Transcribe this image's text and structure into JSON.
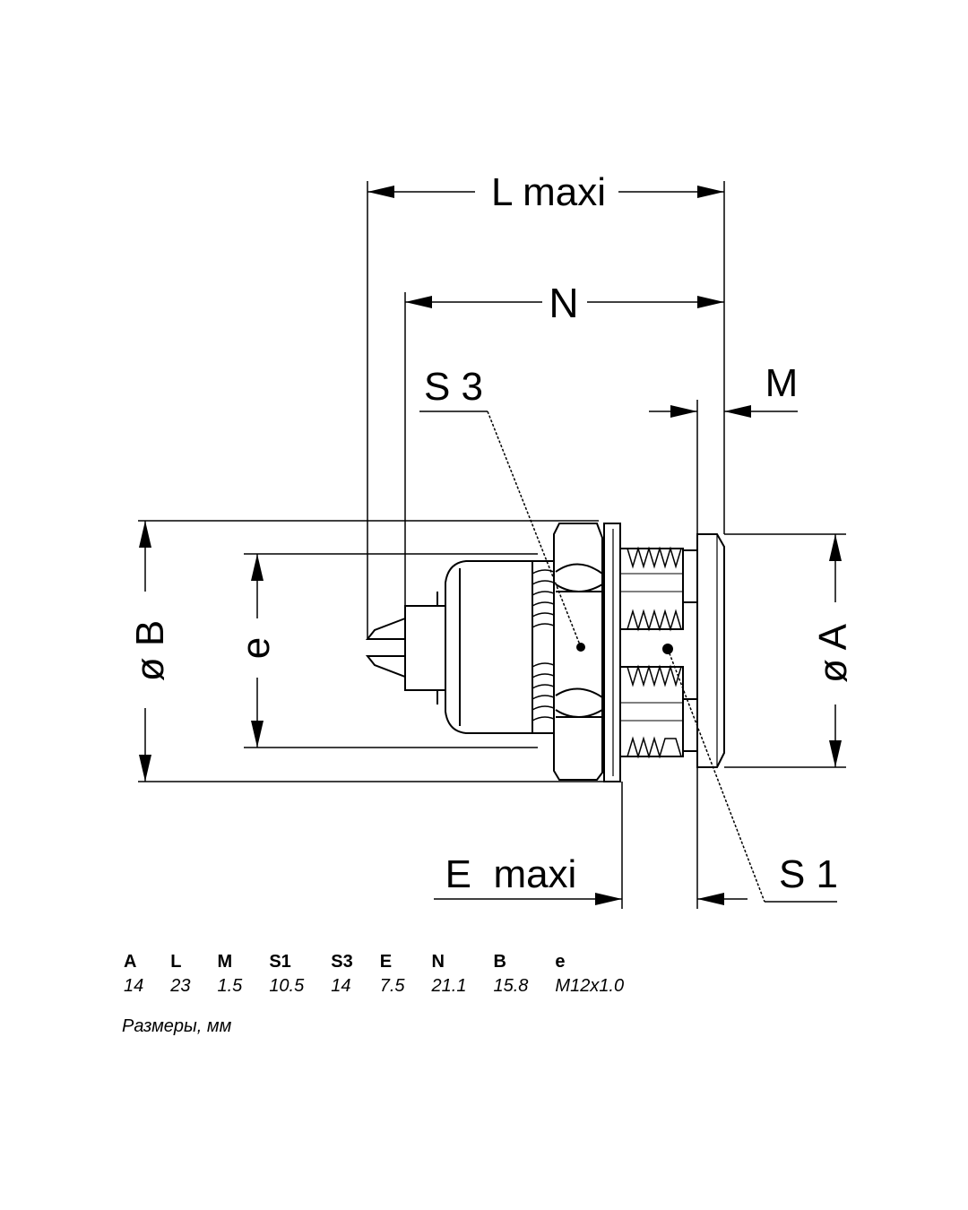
{
  "diagram": {
    "labels": {
      "L": "L maxi",
      "N": "N",
      "M": "M",
      "S3": "S 3",
      "S1": "S 1",
      "E": "E  maxi",
      "A": "ø A",
      "B": "ø B",
      "e": "e"
    }
  },
  "table": {
    "headers": [
      "A",
      "L",
      "M",
      "S1",
      "S3",
      "E",
      "N",
      "B",
      "e"
    ],
    "values": [
      "14",
      "23",
      "1.5",
      "10.5",
      "14",
      "7.5",
      "21.1",
      "15.8",
      "M12x1.0"
    ]
  },
  "units_note": "Размеры, мм"
}
